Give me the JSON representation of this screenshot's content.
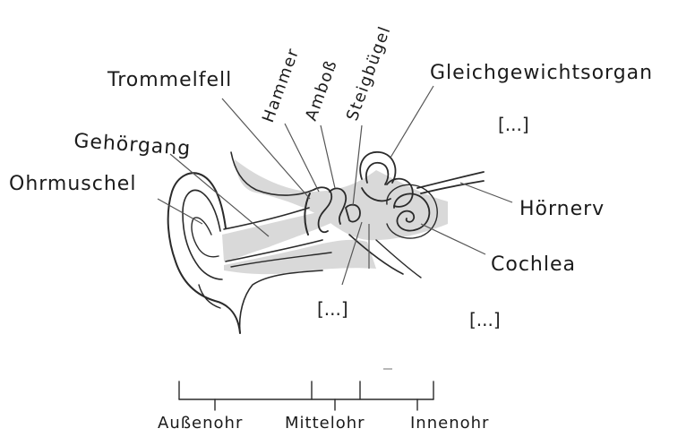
{
  "labels": {
    "trommelfell": "Trommelfell",
    "hammer": "Hammer",
    "amboss": "Amboß",
    "steigbuegel": "Steigbügel",
    "gleichgewichtsorgan": "Gleichgewichtsorgan",
    "gehoergang": "Gehörgang",
    "ohrmuschel": "Ohrmuschel",
    "hoernerv": "Hörnerv",
    "cochlea": "Cochlea"
  },
  "placeholders": {
    "top_right": "[...]",
    "middle": "[...]",
    "bottom_right": "[...]"
  },
  "sections": {
    "aussenohr": "Außenohr",
    "mittelohr": "Mittelohr",
    "innenohr": "Innenohr"
  }
}
